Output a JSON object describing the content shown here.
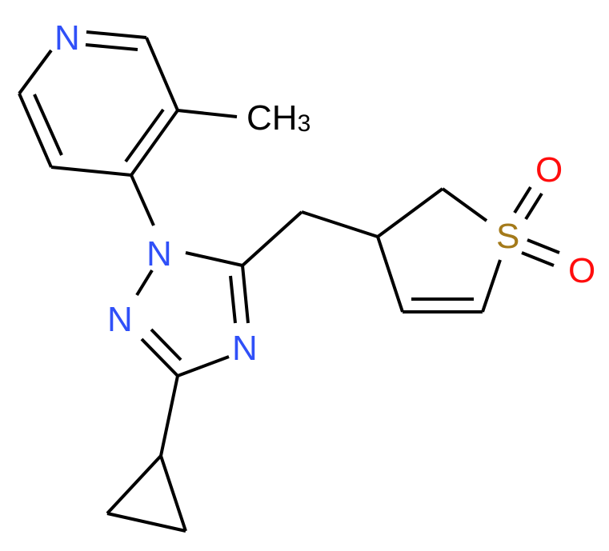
{
  "molecule": {
    "atoms": {
      "pyridine_n": {
        "label": "N",
        "color": "#3050F8"
      },
      "methyl": {
        "label": "CH",
        "sub": "3",
        "color": "#000000"
      },
      "triazole_n1": {
        "label": "N",
        "color": "#3050F8"
      },
      "triazole_n2": {
        "label": "N",
        "color": "#3050F8"
      },
      "triazole_n4": {
        "label": "N",
        "color": "#3050F8"
      },
      "sulfur": {
        "label": "S",
        "color": "#B8860B"
      },
      "oxygen_1": {
        "label": "O",
        "color": "#FF0D0D"
      },
      "oxygen_2": {
        "label": "O",
        "color": "#FF0D0D"
      }
    },
    "fragments": [
      "3-methylpyridin-4-yl",
      "1,2,4-triazole",
      "cyclopropyl",
      "2,3-dihydrothiophene 1,1-dioxide"
    ]
  }
}
